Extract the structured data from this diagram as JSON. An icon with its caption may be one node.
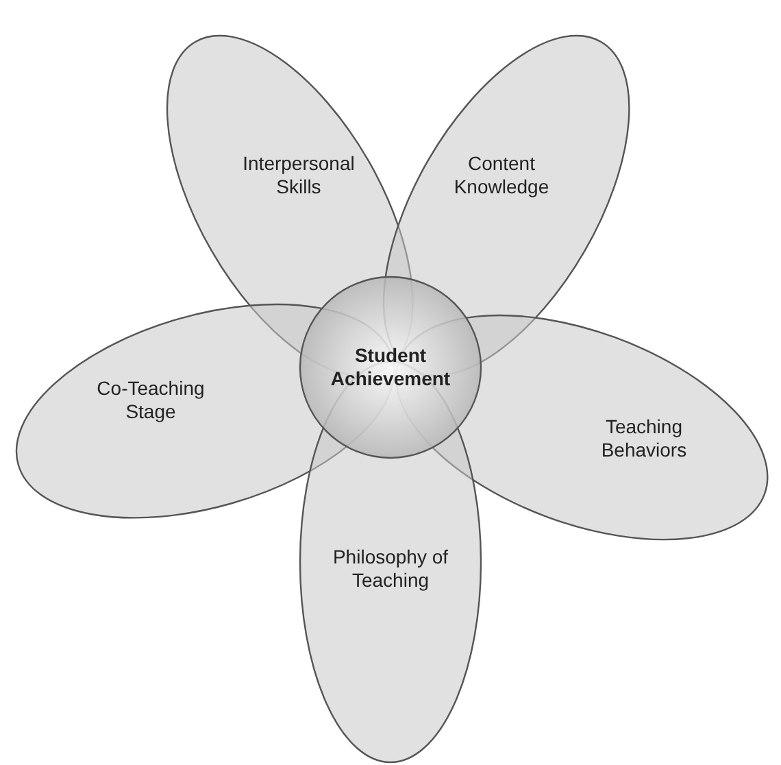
{
  "diagram": {
    "nodes": [
      {
        "text": [
          "Interpersonal Skills"
        ]
      },
      {
        "text": [
          "Content Knowledge"
        ]
      },
      {
        "text": [
          "Co-Teaching Stage"
        ]
      },
      {
        "text": [
          "Student Achievement"
        ]
      },
      {
        "text": [
          "Teaching Behaviors"
        ]
      },
      {
        "text": [
          "Philosophy of Teaching"
        ]
      }
    ]
  }
}
